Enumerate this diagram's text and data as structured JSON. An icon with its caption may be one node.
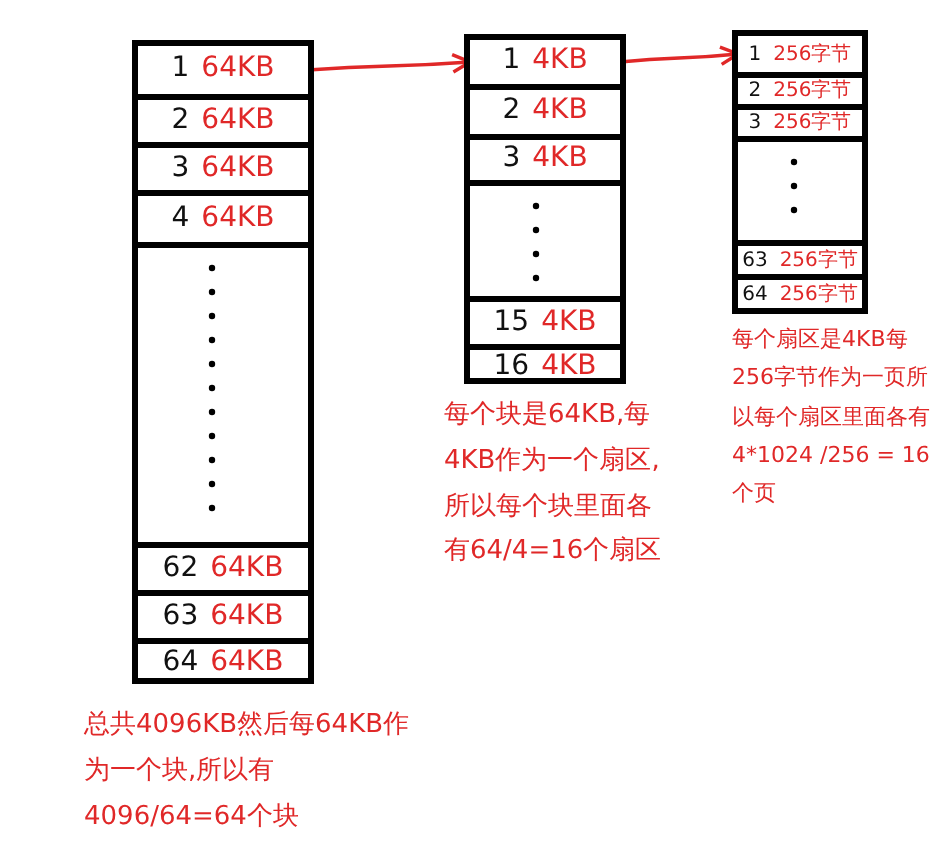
{
  "diagram": {
    "nodes": [
      {
        "text": [],
        "shape": "box"
      },
      {
        "text": [
          "1",
          "64KB"
        ],
        "in": 0
      },
      {
        "text": [
          "2",
          "64KB"
        ],
        "in": 0
      },
      {
        "text": [
          "3",
          "64KB"
        ],
        "in": 0
      },
      {
        "text": [
          "4",
          "64KB"
        ],
        "in": 0
      },
      {
        "text": [],
        "shape": "box",
        "in": 0
      },
      {
        "text": [
          "62",
          "64KB"
        ],
        "in": 0
      },
      {
        "text": [
          "63",
          "64KB"
        ],
        "in": 0
      },
      {
        "text": [
          "64",
          "64KB"
        ],
        "in": 0
      },
      {
        "text": [],
        "shape": "box"
      },
      {
        "text": [
          "1",
          "4KB"
        ],
        "in": 9
      },
      {
        "text": [
          "2",
          "4KB"
        ],
        "in": 9
      },
      {
        "text": [
          "3",
          "4KB"
        ],
        "in": 9
      },
      {
        "text": [],
        "shape": "box",
        "in": 9
      },
      {
        "text": [
          "15",
          "4KB"
        ],
        "in": 9
      },
      {
        "text": [
          "16",
          "4KB"
        ],
        "in": 9
      },
      {
        "text": [],
        "shape": "box"
      },
      {
        "text": [
          "1",
          "256字节"
        ],
        "in": 16
      },
      {
        "text": [
          "2",
          "256字节"
        ],
        "in": 16
      },
      {
        "text": [
          "3",
          "256字节"
        ],
        "in": 16
      },
      {
        "text": [],
        "shape": "box",
        "in": 16
      },
      {
        "text": [
          "63",
          "256字节"
        ],
        "in": 16
      },
      {
        "text": [
          "64",
          "256字节"
        ],
        "in": 16
      }
    ],
    "edges": [
      {
        "from": 1,
        "to": 10,
        "arrow": "to"
      },
      {
        "from": 10,
        "to": 17,
        "arrow": "to"
      }
    ],
    "labels": [
      "每个块是64KB,每4KB作为一个扇区,所以每个块里面各有64/4=16个扇区",
      "每个扇区是4KB每256字节作为一页所以每个扇区里面各有4*1024 /256 = 16个页",
      "总共4096KB然后每64KB作为一个块,所以有4096/64=64个块"
    ]
  }
}
